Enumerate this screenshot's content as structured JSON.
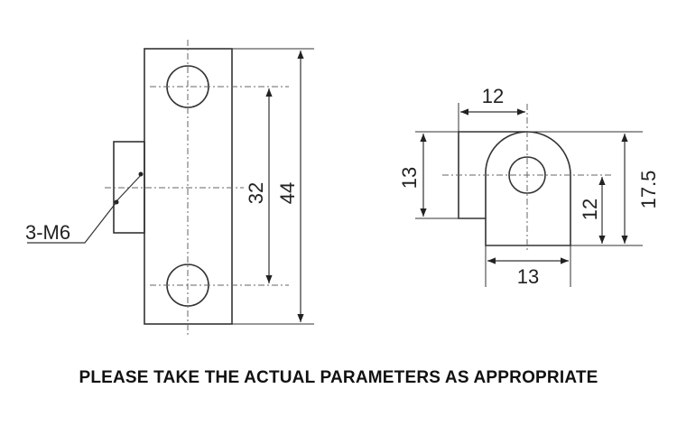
{
  "left_view": {
    "dim_inner": "32",
    "dim_outer": "44",
    "thread_label": "3-M6"
  },
  "right_view": {
    "dim_top": "12",
    "dim_left": "13",
    "dim_hole_height": "12",
    "dim_total_height": "17.5",
    "dim_bottom": "13"
  },
  "note": "PLEASE TAKE THE ACTUAL PARAMETERS AS APPROPRIATE"
}
